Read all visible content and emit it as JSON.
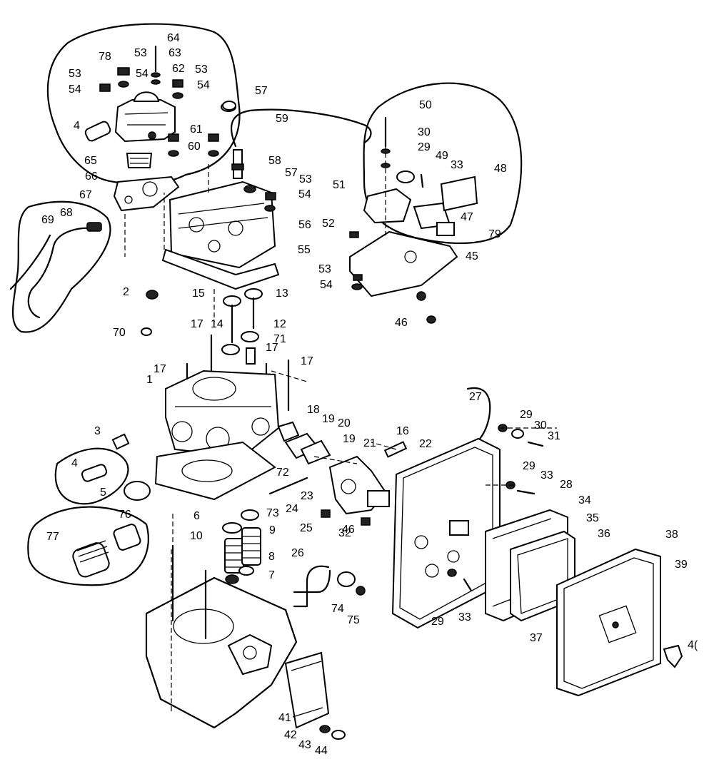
{
  "labels": [
    {
      "id": "lbl-1",
      "text": "1"
    },
    {
      "id": "lbl-2",
      "text": "2"
    },
    {
      "id": "lbl-3",
      "text": "3"
    },
    {
      "id": "lbl-4a",
      "text": "4"
    },
    {
      "id": "lbl-4b",
      "text": "4"
    },
    {
      "id": "lbl-5",
      "text": "5"
    },
    {
      "id": "lbl-6",
      "text": "6"
    },
    {
      "id": "lbl-7",
      "text": "7"
    },
    {
      "id": "lbl-8",
      "text": "8"
    },
    {
      "id": "lbl-9",
      "text": "9"
    },
    {
      "id": "lbl-10",
      "text": "10"
    },
    {
      "id": "lbl-12",
      "text": "12"
    },
    {
      "id": "lbl-13",
      "text": "13"
    },
    {
      "id": "lbl-14",
      "text": "14"
    },
    {
      "id": "lbl-15",
      "text": "15"
    },
    {
      "id": "lbl-16",
      "text": "16"
    },
    {
      "id": "lbl-17a",
      "text": "17"
    },
    {
      "id": "lbl-17b",
      "text": "17"
    },
    {
      "id": "lbl-17c",
      "text": "17"
    },
    {
      "id": "lbl-17d",
      "text": "17"
    },
    {
      "id": "lbl-18",
      "text": "18"
    },
    {
      "id": "lbl-19a",
      "text": "19"
    },
    {
      "id": "lbl-19b",
      "text": "19"
    },
    {
      "id": "lbl-20",
      "text": "20"
    },
    {
      "id": "lbl-21",
      "text": "21"
    },
    {
      "id": "lbl-22",
      "text": "22"
    },
    {
      "id": "lbl-23",
      "text": "23"
    },
    {
      "id": "lbl-24",
      "text": "24"
    },
    {
      "id": "lbl-25",
      "text": "25"
    },
    {
      "id": "lbl-26",
      "text": "26"
    },
    {
      "id": "lbl-27",
      "text": "27"
    },
    {
      "id": "lbl-28",
      "text": "28"
    },
    {
      "id": "lbl-29a",
      "text": "29"
    },
    {
      "id": "lbl-29b",
      "text": "29"
    },
    {
      "id": "lbl-29c",
      "text": "29"
    },
    {
      "id": "lbl-29d",
      "text": "29"
    },
    {
      "id": "lbl-30a",
      "text": "30"
    },
    {
      "id": "lbl-30b",
      "text": "30"
    },
    {
      "id": "lbl-31",
      "text": "31"
    },
    {
      "id": "lbl-32",
      "text": "32"
    },
    {
      "id": "lbl-33a",
      "text": "33"
    },
    {
      "id": "lbl-33b",
      "text": "33"
    },
    {
      "id": "lbl-33c",
      "text": "33"
    },
    {
      "id": "lbl-34",
      "text": "34"
    },
    {
      "id": "lbl-35",
      "text": "35"
    },
    {
      "id": "lbl-36",
      "text": "36"
    },
    {
      "id": "lbl-37",
      "text": "37"
    },
    {
      "id": "lbl-38",
      "text": "38"
    },
    {
      "id": "lbl-39",
      "text": "39"
    },
    {
      "id": "lbl-40",
      "text": "4("
    },
    {
      "id": "lbl-41",
      "text": "41"
    },
    {
      "id": "lbl-42",
      "text": "42"
    },
    {
      "id": "lbl-43",
      "text": "43"
    },
    {
      "id": "lbl-44",
      "text": "44"
    },
    {
      "id": "lbl-45",
      "text": "45"
    },
    {
      "id": "lbl-46a",
      "text": "46"
    },
    {
      "id": "lbl-46b",
      "text": "46"
    },
    {
      "id": "lbl-47",
      "text": "47"
    },
    {
      "id": "lbl-48",
      "text": "48"
    },
    {
      "id": "lbl-49",
      "text": "49"
    },
    {
      "id": "lbl-50",
      "text": "50"
    },
    {
      "id": "lbl-51",
      "text": "51"
    },
    {
      "id": "lbl-52",
      "text": "52"
    },
    {
      "id": "lbl-53a",
      "text": "53"
    },
    {
      "id": "lbl-53b",
      "text": "53"
    },
    {
      "id": "lbl-53c",
      "text": "53"
    },
    {
      "id": "lbl-53d",
      "text": "53"
    },
    {
      "id": "lbl-53e",
      "text": "53"
    },
    {
      "id": "lbl-54a",
      "text": "54"
    },
    {
      "id": "lbl-54b",
      "text": "54"
    },
    {
      "id": "lbl-54c",
      "text": "54"
    },
    {
      "id": "lbl-54d",
      "text": "54"
    },
    {
      "id": "lbl-54e",
      "text": "54"
    },
    {
      "id": "lbl-55",
      "text": "55"
    },
    {
      "id": "lbl-56",
      "text": "56"
    },
    {
      "id": "lbl-57a",
      "text": "57"
    },
    {
      "id": "lbl-57b",
      "text": "57"
    },
    {
      "id": "lbl-58",
      "text": "58"
    },
    {
      "id": "lbl-59",
      "text": "59"
    },
    {
      "id": "lbl-60",
      "text": "60"
    },
    {
      "id": "lbl-61",
      "text": "61"
    },
    {
      "id": "lbl-62",
      "text": "62"
    },
    {
      "id": "lbl-63",
      "text": "63"
    },
    {
      "id": "lbl-64",
      "text": "64"
    },
    {
      "id": "lbl-65",
      "text": "65"
    },
    {
      "id": "lbl-66",
      "text": "66"
    },
    {
      "id": "lbl-67",
      "text": "67"
    },
    {
      "id": "lbl-68",
      "text": "68"
    },
    {
      "id": "lbl-69",
      "text": "69"
    },
    {
      "id": "lbl-70",
      "text": "70"
    },
    {
      "id": "lbl-71",
      "text": "71"
    },
    {
      "id": "lbl-72",
      "text": "72"
    },
    {
      "id": "lbl-73",
      "text": "73"
    },
    {
      "id": "lbl-74",
      "text": "74"
    },
    {
      "id": "lbl-75",
      "text": "75"
    },
    {
      "id": "lbl-76",
      "text": "76"
    },
    {
      "id": "lbl-77",
      "text": "77"
    },
    {
      "id": "lbl-78",
      "text": "78"
    },
    {
      "id": "lbl-79",
      "text": "79"
    }
  ]
}
